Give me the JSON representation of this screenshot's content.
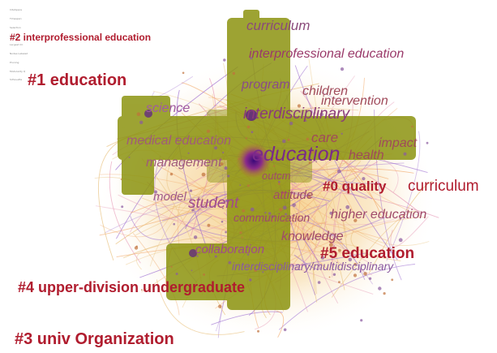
{
  "header_meta": [
    "CiteSpace",
    "Timespan",
    "Selection",
    "Network",
    "Largest CC",
    "Nodes Labeled",
    "Pruning",
    "Modularity Q",
    "Silhouette"
  ],
  "clusters": [
    {
      "id": "cluster-0",
      "label": "#0 quality"
    },
    {
      "id": "cluster-0-b",
      "label": "curriculum"
    },
    {
      "id": "cluster-1",
      "label": "#1 education"
    },
    {
      "id": "cluster-2",
      "label": "#2 interprofessional education"
    },
    {
      "id": "cluster-3",
      "label": "#3 univ Organization"
    },
    {
      "id": "cluster-4",
      "label": "#4 upper-division undergraduate"
    },
    {
      "id": "cluster-5",
      "label": "#5 education"
    }
  ],
  "keywords": [
    "curriculum",
    "interprofessional education",
    "program",
    "children",
    "intervention",
    "science",
    "interdisciplinary",
    "care",
    "impact",
    "health",
    "medical education",
    "education",
    "management",
    "outcm",
    "attitude",
    "model",
    "student",
    "communication",
    "higher education",
    "knowledge",
    "collaboration",
    "interdisciplinary/multidisciplinary"
  ],
  "colors": {
    "cluster_label": "#b01c2e",
    "keyword": "#a43a55",
    "node_olive": "#8c9410",
    "hub": "#5a1a8a",
    "link_warm": "#f2a96a",
    "link_pink": "#e48fb0",
    "link_purple": "#9a6ad0"
  }
}
